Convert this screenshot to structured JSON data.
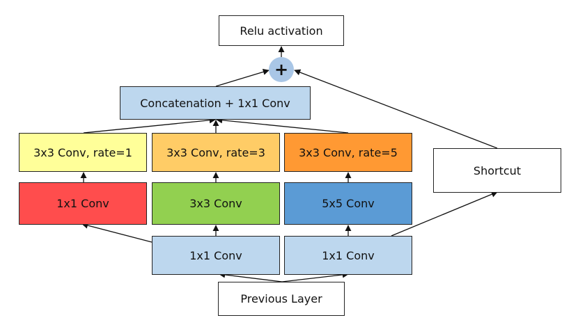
{
  "nodes": {
    "relu": {
      "label": "Relu activation",
      "fill": "#ffffff"
    },
    "add": {
      "label": "+",
      "fill": "#a9c6e6"
    },
    "concat": {
      "label": "Concatenation + 1x1 Conv",
      "fill": "#bdd7ee"
    },
    "dil_rate1": {
      "label": "3x3 Conv, rate=1",
      "fill": "#ffff99"
    },
    "dil_rate3": {
      "label": "3x3 Conv, rate=3",
      "fill": "#ffcc66"
    },
    "dil_rate5": {
      "label": "3x3 Conv, rate=5",
      "fill": "#ff9933"
    },
    "conv1x1_red": {
      "label": "1x1 Conv",
      "fill": "#ff4d4d"
    },
    "conv3x3_green": {
      "label": "3x3 Conv",
      "fill": "#92d050"
    },
    "conv5x5_blue": {
      "label": "5x5 Conv",
      "fill": "#5b9bd5"
    },
    "conv1x1_left": {
      "label": "1x1 Conv",
      "fill": "#bdd7ee"
    },
    "conv1x1_right": {
      "label": "1x1 Conv",
      "fill": "#bdd7ee"
    },
    "shortcut": {
      "label": "Shortcut",
      "fill": "#ffffff"
    },
    "prev_layer": {
      "label": "Previous Layer",
      "fill": "#ffffff"
    }
  },
  "edges": [
    {
      "from": "prev_layer",
      "to": "conv1x1_left"
    },
    {
      "from": "prev_layer",
      "to": "conv1x1_right"
    },
    {
      "from": "conv1x1_left",
      "to": "conv1x1_red"
    },
    {
      "from": "conv1x1_left",
      "to": "conv3x3_green"
    },
    {
      "from": "conv1x1_right",
      "to": "conv5x5_blue"
    },
    {
      "from": "conv1x1_right",
      "to": "shortcut"
    },
    {
      "from": "conv1x1_red",
      "to": "dil_rate1"
    },
    {
      "from": "conv3x3_green",
      "to": "dil_rate3"
    },
    {
      "from": "conv5x5_blue",
      "to": "dil_rate5"
    },
    {
      "from": "dil_rate1",
      "to": "concat"
    },
    {
      "from": "dil_rate3",
      "to": "concat"
    },
    {
      "from": "dil_rate5",
      "to": "concat"
    },
    {
      "from": "concat",
      "to": "add"
    },
    {
      "from": "shortcut",
      "to": "add"
    },
    {
      "from": "add",
      "to": "relu"
    }
  ]
}
